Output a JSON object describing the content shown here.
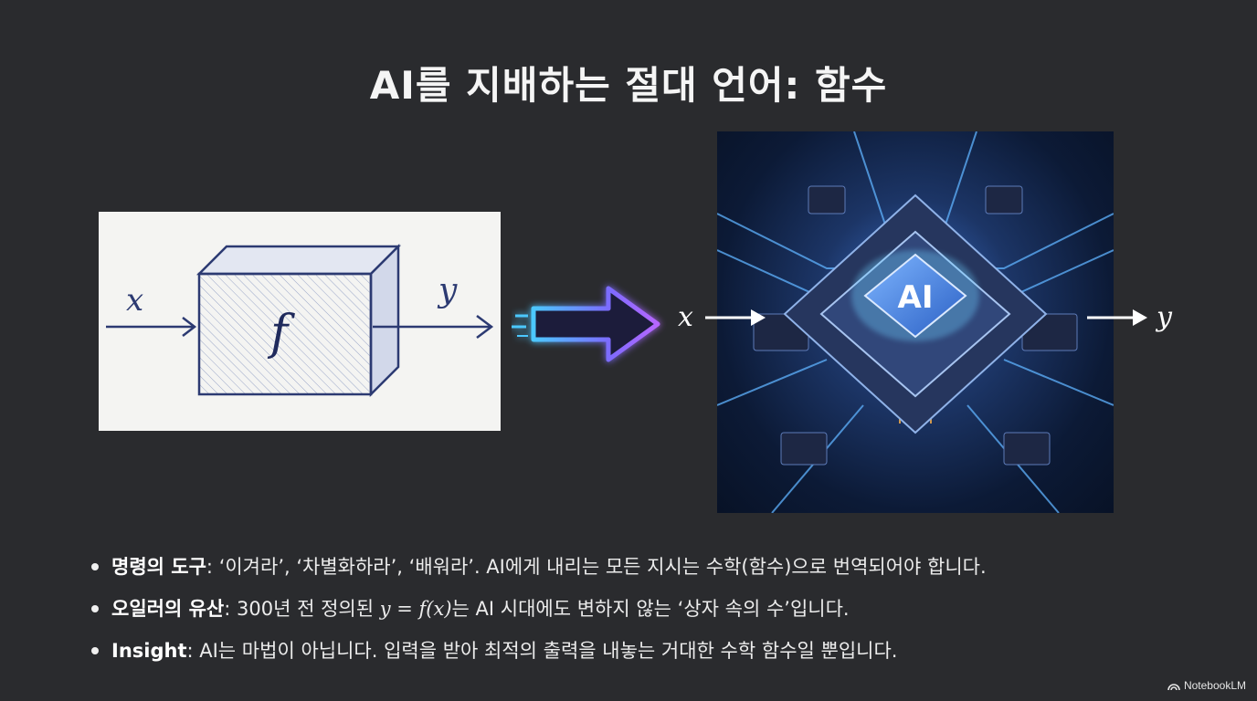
{
  "title": "AI를 지배하는 절대 언어: 함수",
  "sketch": {
    "input": "x",
    "function": "f",
    "output": "y"
  },
  "chip": {
    "label": "AI",
    "input": "x",
    "output": "y"
  },
  "bullets": [
    {
      "head": "명령의 도구",
      "sep": ": ",
      "text": "‘이겨라’, ‘차별화하라’, ‘배워라’. AI에게 내리는 모든 지시는 수학(함수)으로 번역되어야 합니다."
    },
    {
      "head": "오일러의 유산",
      "sep": ": ",
      "pre": "300년 전 정의된 ",
      "math": "y = f(x)",
      "post": "는 AI 시대에도 변하지 않는 ‘상자 속의 수’입니다."
    },
    {
      "head": "Insight",
      "sep": ": ",
      "text": "AI는 마법이 아닙니다. 입력을 받아 최적의 출력을 내놓는 거대한 수학 함수일 뿐입니다."
    }
  ],
  "brand": "NotebookLM"
}
